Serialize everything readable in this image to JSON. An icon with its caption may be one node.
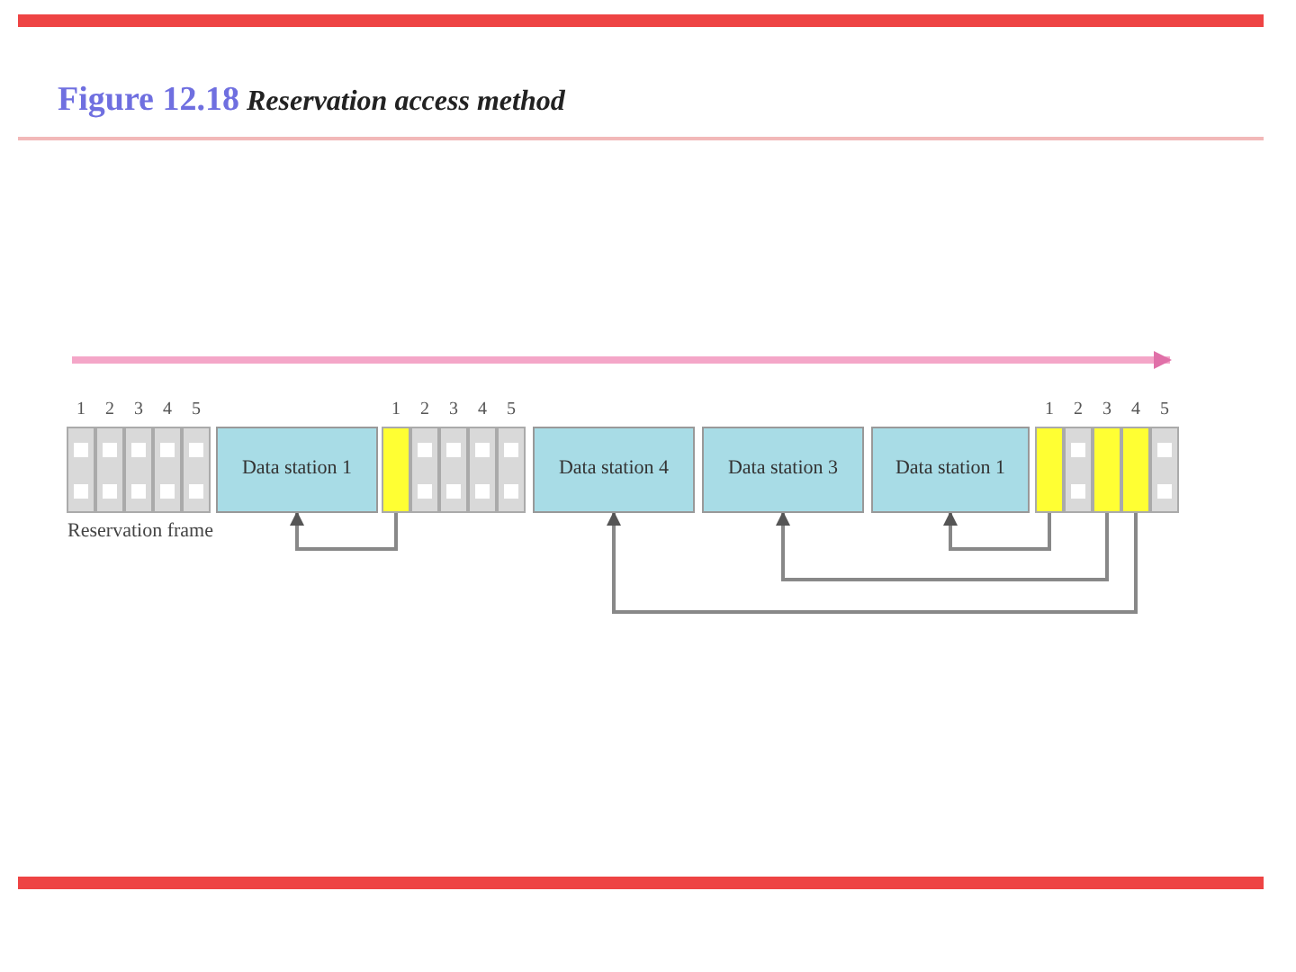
{
  "diagram": {
    "title": "**Figure 12.18** *Reservation access method*",
    "nodes": [
      {
        "text": [
          "1"
        ]
      },
      {
        "text": [
          "2"
        ]
      },
      {
        "text": [
          "3"
        ]
      },
      {
        "text": [
          "4"
        ]
      },
      {
        "text": [
          "5"
        ]
      },
      {
        "text": [
          "Data station 1"
        ]
      },
      {
        "text": [
          "1"
        ]
      },
      {
        "text": [
          "2"
        ]
      },
      {
        "text": [
          "3"
        ]
      },
      {
        "text": [
          "4"
        ]
      },
      {
        "text": [
          "5"
        ]
      },
      {
        "text": [
          "Data station 4"
        ]
      },
      {
        "text": [
          "Data station 3"
        ]
      },
      {
        "text": [
          "Data station 1"
        ]
      },
      {
        "text": [
          "1"
        ]
      },
      {
        "text": [
          "2"
        ]
      },
      {
        "text": [
          "3"
        ]
      },
      {
        "text": [
          "4"
        ]
      },
      {
        "text": [
          "5"
        ]
      }
    ],
    "edges": [
      {
        "from": 6,
        "to": 5,
        "arrow": "to"
      },
      {
        "from": 14,
        "to": 13,
        "arrow": "to"
      },
      {
        "from": 16,
        "to": 12,
        "arrow": "to"
      },
      {
        "from": 17,
        "to": 11,
        "arrow": "to"
      }
    ],
    "labels": [
      "Reservation frame"
    ]
  }
}
